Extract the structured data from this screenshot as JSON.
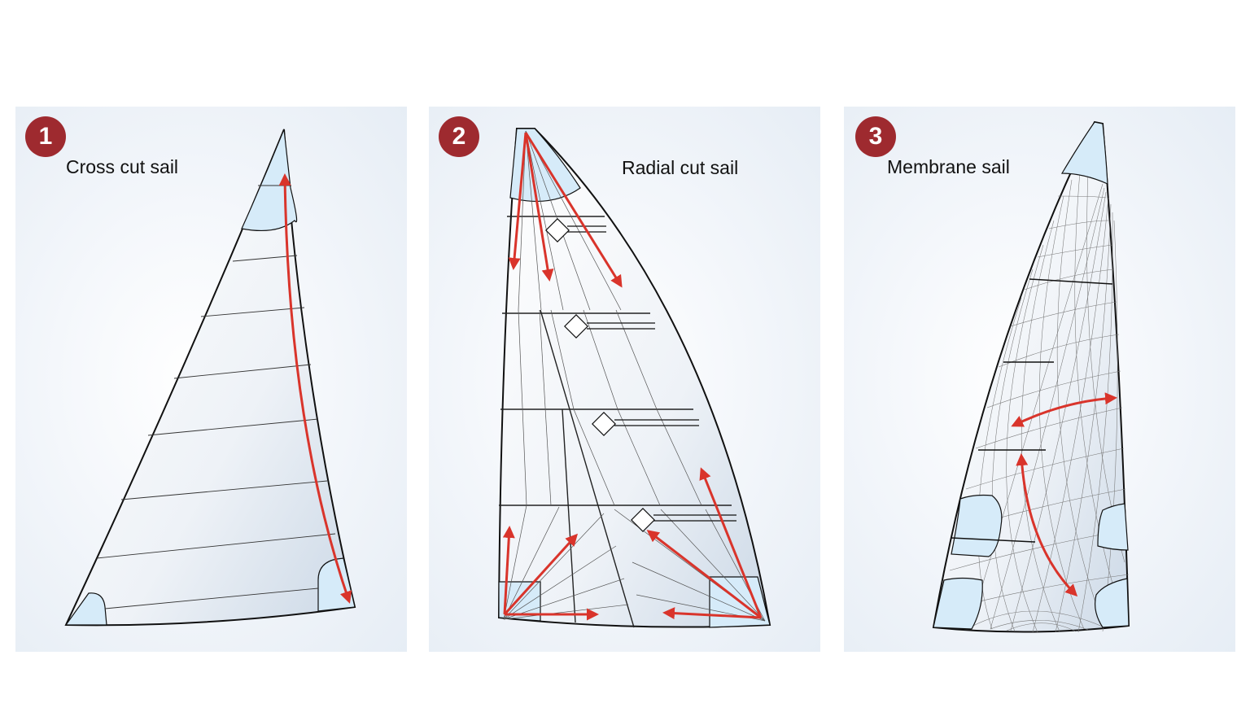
{
  "panels": [
    {
      "number": "1",
      "title": "Cross cut sail"
    },
    {
      "number": "2",
      "title": "Radial cut sail"
    },
    {
      "number": "3",
      "title": "Membrane sail"
    }
  ],
  "colors": {
    "badge": "#9e2a2f",
    "arrow": "#d9342b",
    "sail_outline": "#111111",
    "reinforcement": "#d6ebf9",
    "panel_background": "#eef3f8"
  }
}
